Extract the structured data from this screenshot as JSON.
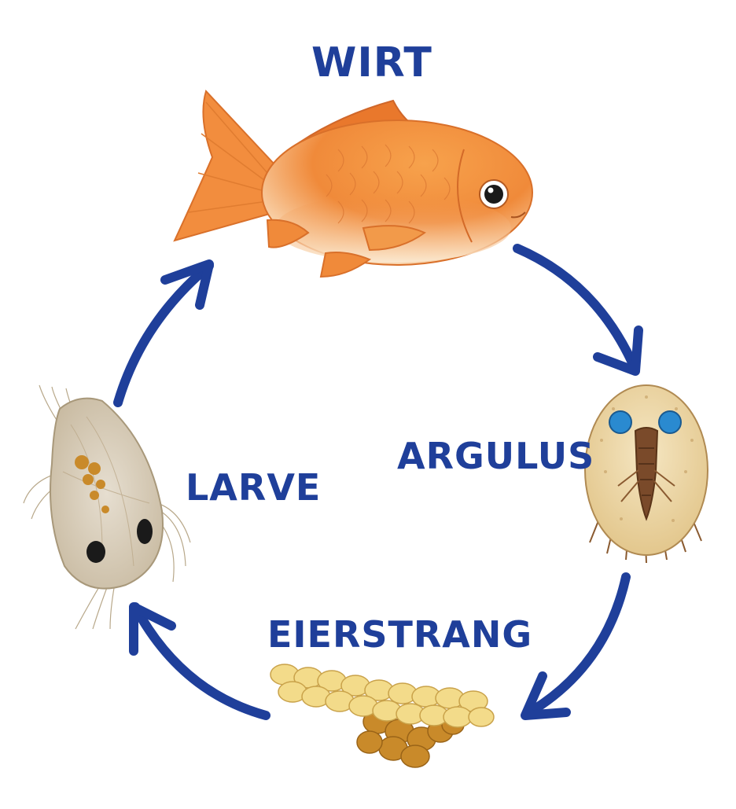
{
  "labels": {
    "host": "WIRT",
    "argulus": "ARGULUS",
    "larva": "LARVE",
    "egg_string": "EIERSTRANG"
  },
  "colors": {
    "arrow": "#1f3f9a",
    "label": "#1f3f9a",
    "fish_body": "#f08a3a",
    "fish_belly": "#fbe3c4",
    "argulus_shell": "#eed8a8",
    "argulus_eyes": "#2a8ad0",
    "egg_light": "#f3db8a",
    "egg_dark": "#c98a2a",
    "larva_body": "#d9cdb8"
  },
  "icons": [
    "goldfish-icon",
    "argulus-icon",
    "egg-string-icon",
    "larva-icon"
  ]
}
